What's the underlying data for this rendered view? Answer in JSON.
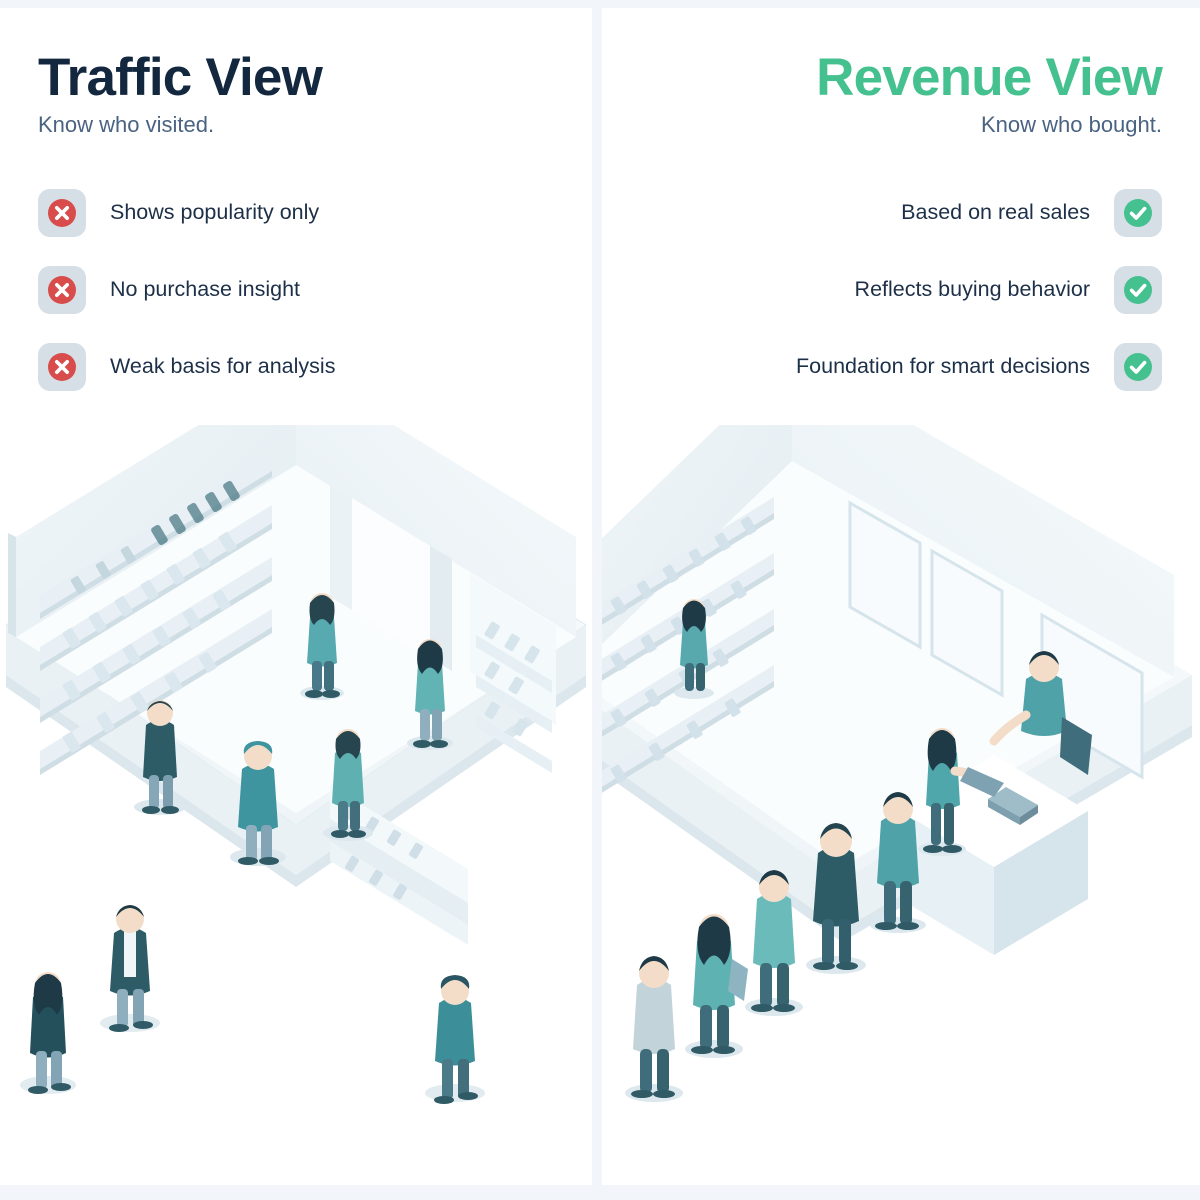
{
  "page": {
    "background_color": "#f2f6fa",
    "panel_color": "#ffffff"
  },
  "left_panel": {
    "title": "Traffic View",
    "title_color": "#13273f",
    "subtitle": "Know who visited.",
    "subtitle_color": "#4a6382",
    "icon_type": "cross-icon",
    "icon_color": "#d94c4c",
    "badge_color": "#d6dee6",
    "items": [
      {
        "label": "Shows popularity only"
      },
      {
        "label": "No purchase insight"
      },
      {
        "label": "Weak basis for analysis"
      }
    ],
    "illustration": {
      "name": "isometric-store-browsing-shoppers",
      "description": "Isometric cutaway of a retail store with product shelves and seven shoppers walking and browsing, none at a checkout"
    }
  },
  "right_panel": {
    "title": "Revenue View",
    "title_color": "#45c08f",
    "subtitle": "Know who bought.",
    "subtitle_color": "#4a6382",
    "icon_type": "check-icon",
    "icon_color": "#45c08f",
    "badge_color": "#d6dee6",
    "items": [
      {
        "label": "Based on real sales"
      },
      {
        "label": "Reflects buying behavior"
      },
      {
        "label": "Foundation for smart decisions"
      }
    ],
    "illustration": {
      "name": "isometric-store-checkout-queue",
      "description": "Isometric cutaway of a retail store with shelves, a queue of six customers waiting at a checkout counter and a cashier serving a shopper"
    }
  }
}
